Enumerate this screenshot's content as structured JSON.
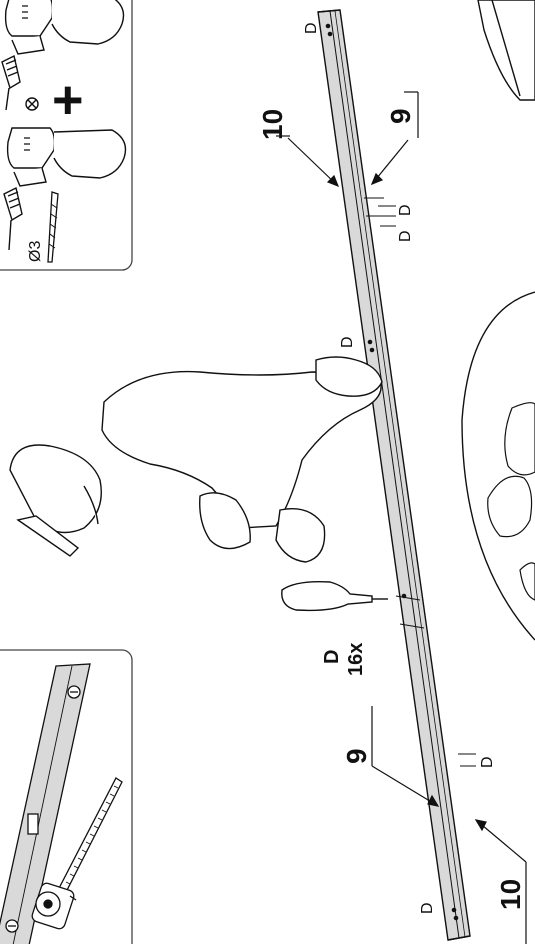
{
  "labels": {
    "part_9": "9",
    "part_10": "10",
    "screw_code": "D",
    "screw_count": "16x",
    "plus": "+",
    "drill_bit": "Ø3"
  },
  "colors": {
    "line": "#111111",
    "beam_fill": "#d9d9d9",
    "panel_border": "#444444"
  },
  "icons": [
    "drill-icon",
    "screw-icon",
    "drill-bit-icon",
    "spirit-level-icon",
    "tape-measure-icon",
    "person-drilling-icon"
  ]
}
